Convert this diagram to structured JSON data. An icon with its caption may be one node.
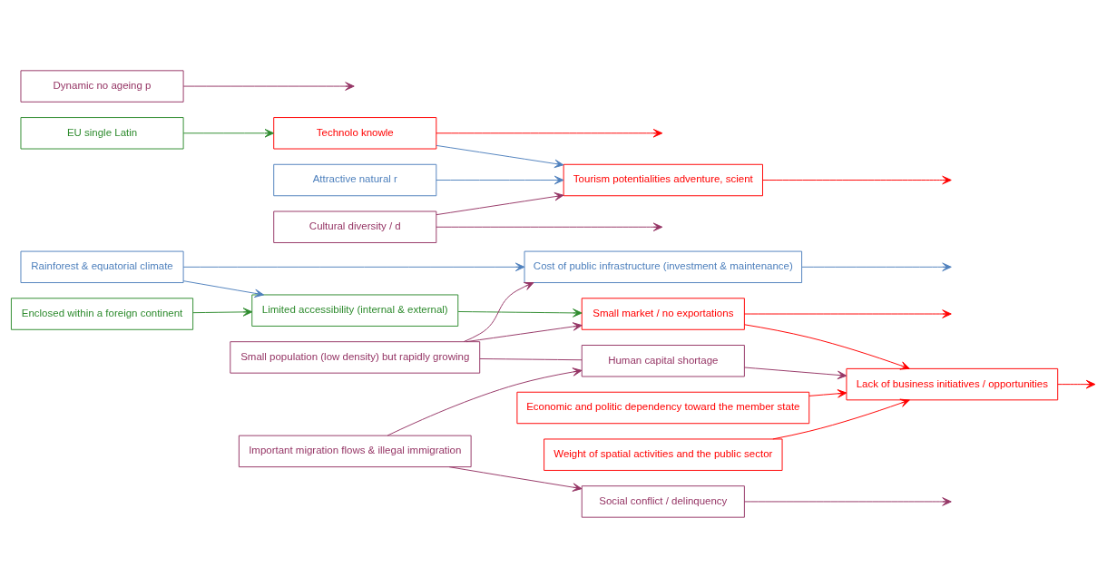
{
  "diagram": {
    "nodes": [
      {
        "text": [
          "Rainforest & equatorial climate"
        ]
      },
      {
        "text": [
          "Cost of public infrastructure (investment & maintenance)"
        ]
      },
      {
        "text": [
          "Attractive natural r"
        ]
      },
      {
        "text": [
          "Enclosed within a foreign continent"
        ]
      },
      {
        "text": [
          "Limited accessibility (internal & external)"
        ]
      },
      {
        "text": [
          "EU single Latin"
        ]
      },
      {
        "text": [
          "Economic and politic dependency toward the member state"
        ]
      },
      {
        "text": [
          "Small market / no exportations"
        ]
      },
      {
        "text": [
          "Technolo knowle"
        ]
      },
      {
        "text": [
          "Weight of spatial activities and the public sector"
        ]
      },
      {
        "text": [
          "Lack of business initiatives / opportunities"
        ]
      },
      {
        "text": [
          "Tourism potentialities adventure, scient"
        ]
      },
      {
        "text": [
          "Small population (low density) but rapidly growing"
        ]
      },
      {
        "text": [
          "Human capital shortage"
        ]
      },
      {
        "text": [
          "Dynamic no ageing p"
        ]
      },
      {
        "text": [
          "Important migration flows & illegal immigration"
        ]
      },
      {
        "text": [
          "Social conflict / delinquency"
        ]
      },
      {
        "text": [
          "Cultural diversity / d"
        ]
      }
    ],
    "edges": [
      {
        "from": 0,
        "to": 1,
        "arrow": "to",
        "color": "#4f81bd"
      },
      {
        "from": 0,
        "to": 4,
        "arrow": "to",
        "color": "#4f81bd"
      },
      {
        "from": 3,
        "to": 4,
        "arrow": "to",
        "color": "#2e8b2e"
      },
      {
        "from": 4,
        "to": 7,
        "arrow": "to",
        "color": "#2e8b2e"
      },
      {
        "from": 6,
        "to": 10,
        "arrow": "to",
        "color": "#ff0000"
      },
      {
        "from": 7,
        "to": 10,
        "arrow": "to",
        "color": "#ff0000"
      },
      {
        "from": 9,
        "to": 10,
        "arrow": "to",
        "color": "#ff0000"
      },
      {
        "from": 12,
        "to": 1,
        "arrow": "to"
      },
      {
        "from": 12,
        "to": 7,
        "arrow": "to"
      },
      {
        "from": 12,
        "to": 13,
        "arrow": "none"
      },
      {
        "from": 13,
        "to": 10,
        "arrow": "to"
      },
      {
        "from": 15,
        "to": 13,
        "arrow": "to"
      },
      {
        "from": 15,
        "to": 16,
        "arrow": "to"
      },
      {
        "from": 1,
        "to": null,
        "arrow": "to",
        "color": "#4f81bd"
      },
      {
        "from": 7,
        "to": null,
        "arrow": "to",
        "color": "#ff0000"
      },
      {
        "from": 10,
        "to": null,
        "arrow": "to",
        "color": "#ff0000"
      },
      {
        "from": 16,
        "to": null,
        "arrow": "to"
      },
      {
        "from": 17,
        "to": null,
        "arrow": "to"
      },
      {
        "from": 2,
        "to": 11,
        "arrow": "to",
        "color": "#4f81bd"
      },
      {
        "from": 8,
        "to": 11,
        "arrow": "to",
        "color": "#4f81bd"
      },
      {
        "from": 5,
        "to": 8,
        "arrow": "to",
        "color": "#2e8b2e"
      },
      {
        "from": 8,
        "to": null,
        "arrow": "to",
        "color": "#ff0000"
      },
      {
        "from": 11,
        "to": null,
        "arrow": "to",
        "color": "#ff0000"
      },
      {
        "from": 14,
        "to": null,
        "arrow": "to"
      },
      {
        "from": 17,
        "to": 11,
        "arrow": "to"
      }
    ]
  }
}
